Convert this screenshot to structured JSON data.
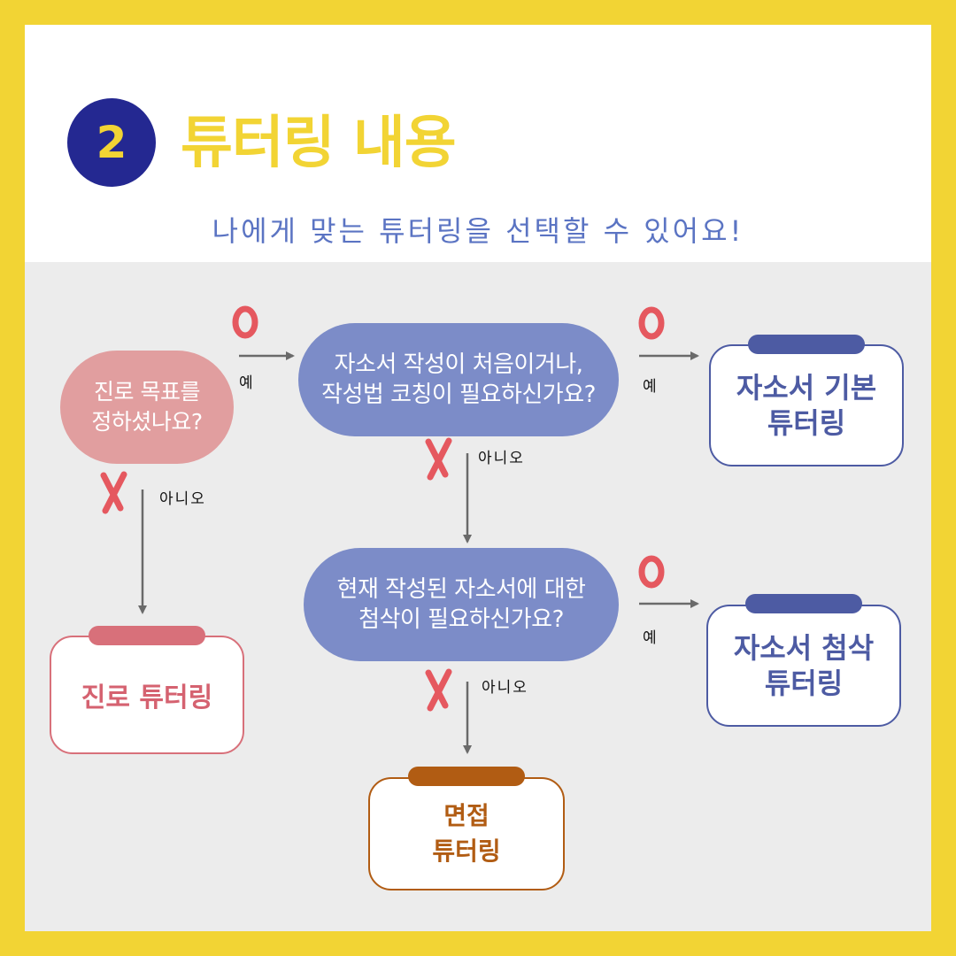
{
  "header": {
    "number": "2",
    "title": "튜터링 내용",
    "subtitle": "나에게 맞는 튜터링을 선택할 수 있어요!"
  },
  "questions": [
    {
      "text": "진로 목표를\n정하셨나요?"
    },
    {
      "text": "자소서 작성이 처음이거나,\n작성법 코칭이 필요하신가요?"
    },
    {
      "text": "현재 작성된 자소서에 대한\n첨삭이 필요하신가요?"
    }
  ],
  "results": [
    {
      "text": "자소서 기본\n튜터링"
    },
    {
      "text": "자소서 첨삭\n튜터링"
    },
    {
      "text": "진로 튜터링"
    },
    {
      "text": "면접\n튜터링"
    }
  ],
  "labels": {
    "yes": "예",
    "no": "아니오"
  },
  "colors": {
    "frame": "#f2d434",
    "badge": "#242891",
    "pink": "#e19e9f",
    "periwinkle": "#7c8cc8",
    "navy": "#4d5ba3",
    "rose": "#d8707a",
    "brown": "#b15c13",
    "mark": "#e5585f"
  },
  "icons": {
    "yes_mark": "o-mark-icon",
    "no_mark": "x-mark-icon",
    "connector": "arrow-icon"
  }
}
